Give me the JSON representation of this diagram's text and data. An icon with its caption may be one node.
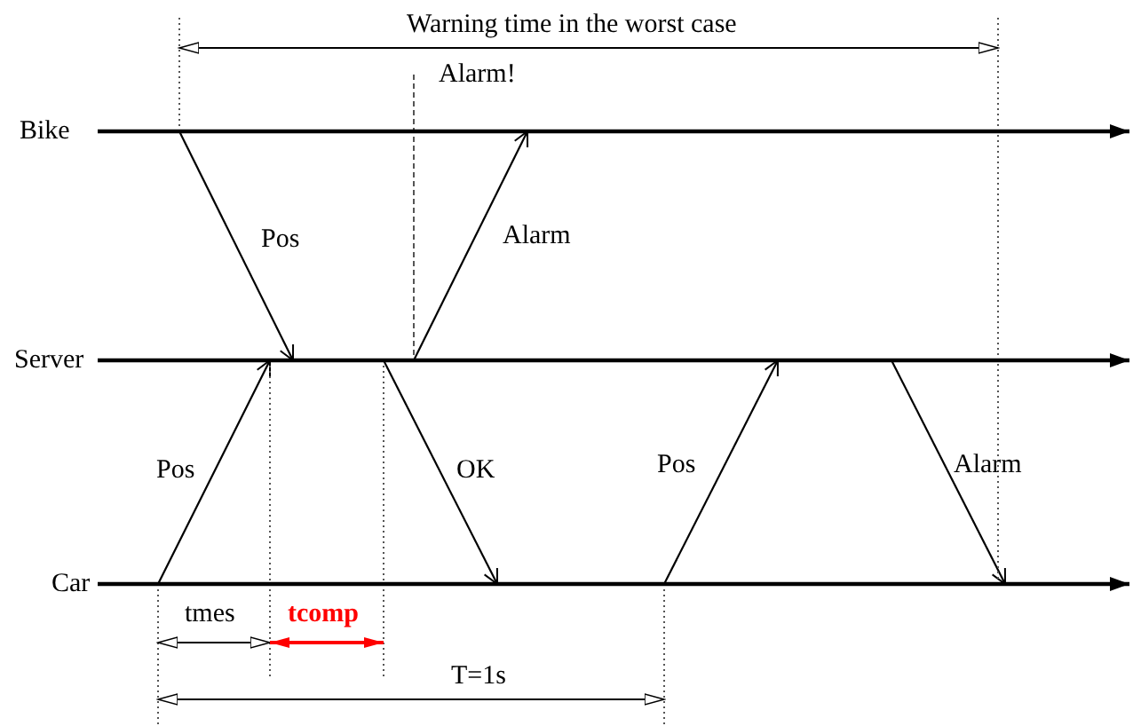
{
  "diagram": {
    "nodes": [
      {
        "text": [
          "Bike"
        ]
      },
      {
        "text": [
          "Server"
        ]
      },
      {
        "text": [
          "Car"
        ]
      }
    ],
    "edges": [
      {
        "from": 0,
        "to": 1,
        "arrow": "to",
        "label": "Pos"
      },
      {
        "from": 1,
        "to": 0,
        "arrow": "to",
        "label": "Alarm"
      },
      {
        "from": 2,
        "to": 1,
        "arrow": "to",
        "label": "Pos"
      },
      {
        "from": 1,
        "to": 2,
        "arrow": "to",
        "label": "OK"
      },
      {
        "from": 2,
        "to": 1,
        "arrow": "to",
        "label": "Pos"
      },
      {
        "from": 1,
        "to": 2,
        "arrow": "to",
        "label": "Alarm"
      }
    ],
    "labels": [
      "Warning time in the worst case",
      "Alarm!",
      "tmes",
      "tcomp",
      "T=1s"
    ]
  }
}
